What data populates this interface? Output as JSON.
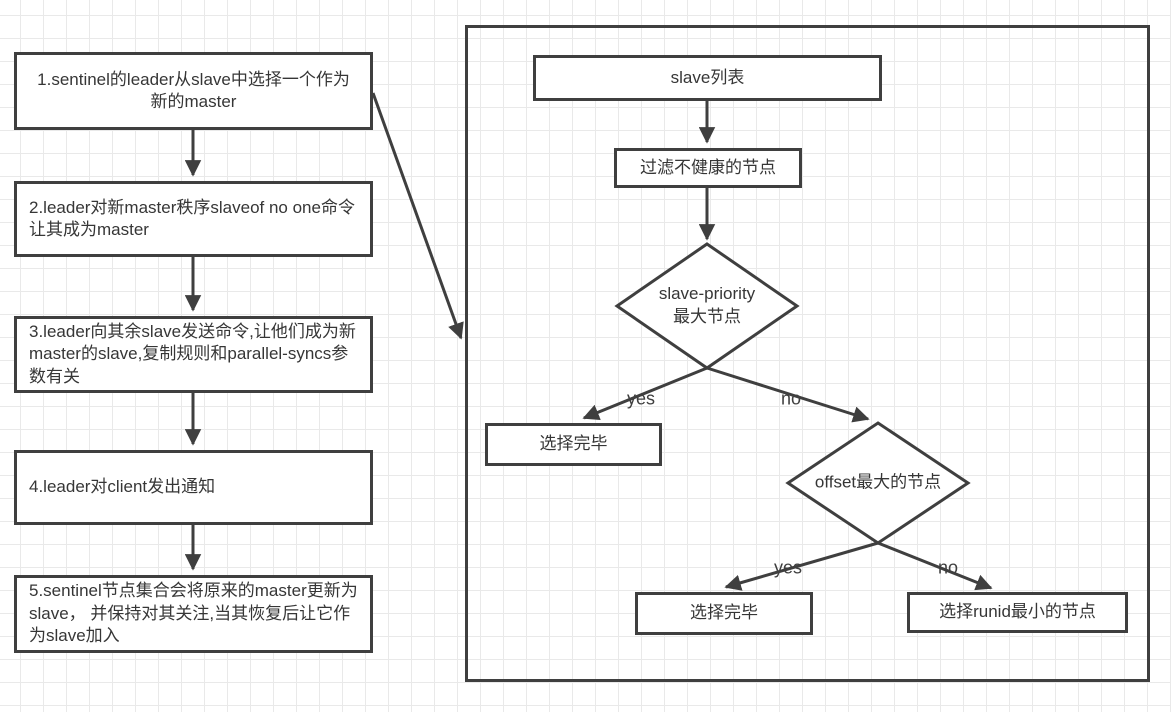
{
  "left_flow": {
    "steps": [
      {
        "text": "1.sentinel的leader从slave中选择一个作为新的master"
      },
      {
        "text": "2.leader对新master秩序slaveof no one命令让其成为master"
      },
      {
        "text": "3.leader向其余slave发送命令,让他们成为新master的slave,复制规则和parallel-syncs参数有关"
      },
      {
        "text": "4.leader对client发出通知"
      },
      {
        "text": "5.sentinel节点集合会将原来的master更新为slave， 并保持对其关注,当其恢复后让它作为slave加入"
      }
    ]
  },
  "selection_flow": {
    "slave_list": "slave列表",
    "filter_unhealthy": "过滤不健康的节点",
    "decision_priority": "slave-priority最大节点",
    "decision_priority_line1": "slave-priority",
    "decision_priority_line2": "最大节点",
    "decision_offset": "offset最大的节点",
    "done_priority": "选择完毕",
    "done_offset": "选择完毕",
    "pick_runid": "选择runid最小的节点",
    "edge_labels": {
      "priority_yes": "yes",
      "priority_no": "no",
      "offset_yes": "yes",
      "offset_no": "no"
    }
  },
  "colors": {
    "line": "#3f3f3f",
    "text": "#363636",
    "grid": "#e9e9e9",
    "background": "#ffffff"
  }
}
